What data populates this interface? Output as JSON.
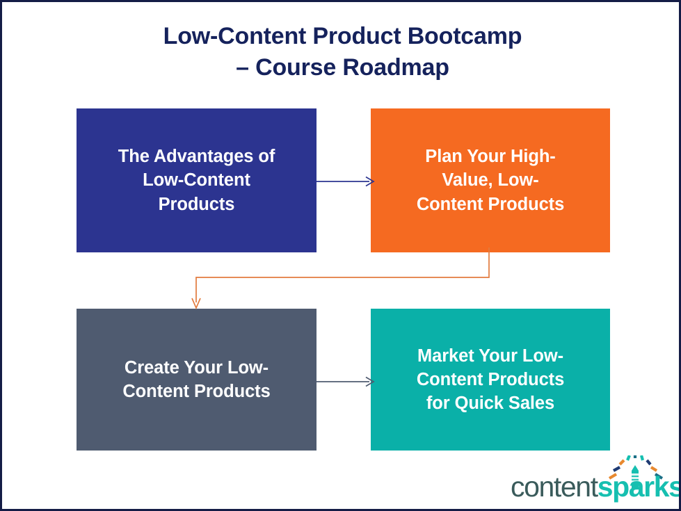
{
  "slide": {
    "title": "Low-Content Product Bootcamp\n– Course Roadmap",
    "border_color": "#141c46",
    "background_color": "#ffffff",
    "title_color": "#15225c"
  },
  "diagram": {
    "type": "flowchart",
    "nodes": [
      {
        "id": "node-1",
        "label": "The Advantages of\nLow-Content\nProducts",
        "color": "#2c3490",
        "text_color": "#ffffff",
        "step": 1
      },
      {
        "id": "node-2",
        "label": "Plan Your High-\nValue, Low-\nContent Products",
        "color": "#f56a21",
        "text_color": "#ffffff",
        "step": 2
      },
      {
        "id": "node-3",
        "label": "Create Your Low-\nContent Products",
        "color": "#4f5b70",
        "text_color": "#ffffff",
        "step": 3
      },
      {
        "id": "node-4",
        "label": "Market Your Low-\nContent Products\nfor Quick Sales",
        "color": "#0ab0a8",
        "text_color": "#ffffff",
        "step": 4
      }
    ],
    "connectors": [
      {
        "id": "conn-1",
        "from": "node-1",
        "to": "node-2",
        "color": "#2c3490",
        "shape": "straight-right"
      },
      {
        "id": "conn-2",
        "from": "node-2",
        "to": "node-3",
        "color": "#e27b3e",
        "shape": "elbow-down-left-down"
      },
      {
        "id": "conn-3",
        "from": "node-3",
        "to": "node-4",
        "color": "#4f5b70",
        "shape": "straight-right"
      }
    ]
  },
  "logo": {
    "word_1": "content",
    "word_2": "sparks",
    "word_1_color": "#3a5b5b",
    "word_2_color": "#16bfb0",
    "mark_name": "pencil-spark-burst",
    "mark_colors": [
      "#e8892f",
      "#16bfb0",
      "#1f3b73",
      "#1a6f86"
    ]
  }
}
